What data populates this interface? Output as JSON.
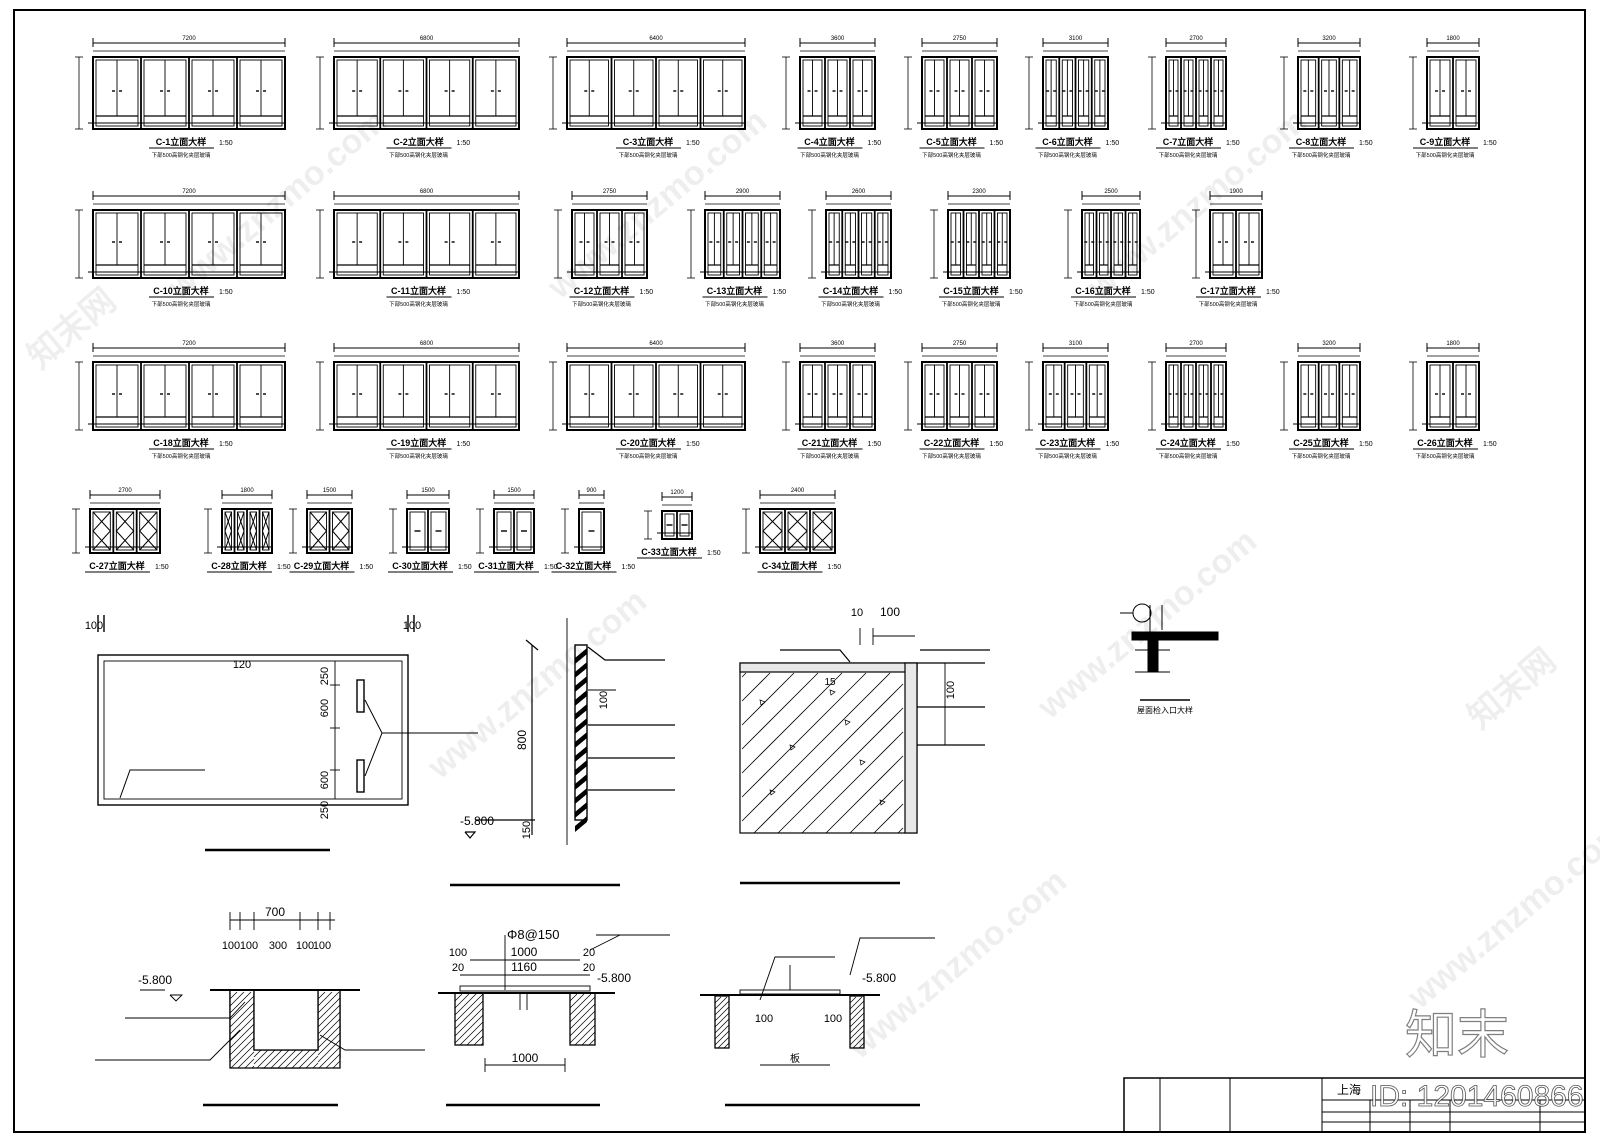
{
  "windows": [
    {
      "label": "C-1立面大样",
      "scale": "1:50",
      "width": "7200",
      "note": "下部500高钢化夹层玻璃",
      "panes": 4,
      "type": "door",
      "row": 0
    },
    {
      "label": "C-2立面大样",
      "scale": "1:50",
      "width": "6800",
      "note": "下部500高钢化夹层玻璃",
      "panes": 4,
      "type": "door",
      "row": 0
    },
    {
      "label": "C-3立面大样",
      "scale": "1:50",
      "width": "6400",
      "note": "下部500高钢化夹层玻璃",
      "panes": 4,
      "type": "door",
      "row": 0
    },
    {
      "label": "C-4立面大样",
      "scale": "1:50",
      "width": "3600",
      "note": "下部500高钢化夹层玻璃",
      "panes": 3,
      "type": "door",
      "row": 0
    },
    {
      "label": "C-5立面大样",
      "scale": "1:50",
      "width": "2750",
      "note": "下部500高钢化夹层玻璃",
      "panes": 3,
      "type": "door",
      "row": 0
    },
    {
      "label": "C-6立面大样",
      "scale": "1:50",
      "width": "3100",
      "note": "下部500高钢化夹层玻璃",
      "panes": 4,
      "type": "door",
      "row": 0
    },
    {
      "label": "C-7立面大样",
      "scale": "1:50",
      "width": "2700",
      "note": "下部500高钢化夹层玻璃",
      "panes": 4,
      "type": "door",
      "row": 0
    },
    {
      "label": "C-8立面大样",
      "scale": "1:50",
      "width": "3200",
      "note": "下部500高钢化夹层玻璃",
      "panes": 3,
      "type": "door",
      "row": 0
    },
    {
      "label": "C-9立面大样",
      "scale": "1:50",
      "width": "1800",
      "note": "下部500高钢化夹层玻璃",
      "panes": 2,
      "type": "door",
      "row": 0
    },
    {
      "label": "C-10立面大样",
      "scale": "1:50",
      "width": "7200",
      "note": "下部500高钢化夹层玻璃",
      "panes": 4,
      "type": "door",
      "row": 1
    },
    {
      "label": "C-11立面大样",
      "scale": "1:50",
      "width": "6800",
      "note": "下部500高钢化夹层玻璃",
      "panes": 4,
      "type": "door",
      "row": 1
    },
    {
      "label": "C-12立面大样",
      "scale": "1:50",
      "width": "2750",
      "note": "下部500高钢化夹层玻璃",
      "panes": 3,
      "type": "door",
      "row": 1
    },
    {
      "label": "C-13立面大样",
      "scale": "1:50",
      "width": "2900",
      "note": "下部500高钢化夹层玻璃",
      "panes": 4,
      "type": "door",
      "row": 1
    },
    {
      "label": "C-14立面大样",
      "scale": "1:50",
      "width": "2600",
      "note": "下部500高钢化夹层玻璃",
      "panes": 4,
      "type": "door",
      "row": 1
    },
    {
      "label": "C-15立面大样",
      "scale": "1:50",
      "width": "2300",
      "note": "下部500高钢化夹层玻璃",
      "panes": 4,
      "type": "door",
      "row": 1
    },
    {
      "label": "C-16立面大样",
      "scale": "1:50",
      "width": "2500",
      "note": "下部500高钢化夹层玻璃",
      "panes": 4,
      "type": "door",
      "row": 1
    },
    {
      "label": "C-17立面大样",
      "scale": "1:50",
      "width": "1900",
      "note": "下部500高钢化夹层玻璃",
      "panes": 2,
      "type": "door",
      "row": 1
    },
    {
      "label": "C-18立面大样",
      "scale": "1:50",
      "width": "7200",
      "note": "下部500高钢化夹层玻璃",
      "panes": 4,
      "type": "door",
      "row": 2
    },
    {
      "label": "C-19立面大样",
      "scale": "1:50",
      "width": "6800",
      "note": "下部500高钢化夹层玻璃",
      "panes": 4,
      "type": "door",
      "row": 2
    },
    {
      "label": "C-20立面大样",
      "scale": "1:50",
      "width": "6400",
      "note": "下部500高钢化夹层玻璃",
      "panes": 4,
      "type": "door",
      "row": 2
    },
    {
      "label": "C-21立面大样",
      "scale": "1:50",
      "width": "3600",
      "note": "下部500高钢化夹层玻璃",
      "panes": 3,
      "type": "door",
      "row": 2
    },
    {
      "label": "C-22立面大样",
      "scale": "1:50",
      "width": "2750",
      "note": "下部500高钢化夹层玻璃",
      "panes": 3,
      "type": "door",
      "row": 2
    },
    {
      "label": "C-23立面大样",
      "scale": "1:50",
      "width": "3100",
      "note": "下部500高钢化夹层玻璃",
      "panes": 3,
      "type": "door",
      "row": 2
    },
    {
      "label": "C-24立面大样",
      "scale": "1:50",
      "width": "2700",
      "note": "下部500高钢化夹层玻璃",
      "panes": 4,
      "type": "door",
      "row": 2
    },
    {
      "label": "C-25立面大样",
      "scale": "1:50",
      "width": "3200",
      "note": "下部500高钢化夹层玻璃",
      "panes": 3,
      "type": "door",
      "row": 2
    },
    {
      "label": "C-26立面大样",
      "scale": "1:50",
      "width": "1800",
      "note": "下部500高钢化夹层玻璃",
      "panes": 2,
      "type": "door",
      "row": 2
    },
    {
      "label": "C-27立面大样",
      "scale": "1:50",
      "width": "2700",
      "note": "",
      "panes": 3,
      "type": "casement",
      "row": 3
    },
    {
      "label": "C-28立面大样",
      "scale": "1:50",
      "width": "1800",
      "note": "",
      "panes": 4,
      "type": "casement",
      "row": 3
    },
    {
      "label": "C-29立面大样",
      "scale": "1:50",
      "width": "1500",
      "note": "",
      "panes": 2,
      "type": "casement",
      "row": 3
    },
    {
      "label": "C-30立面大样",
      "scale": "1:50",
      "width": "1500",
      "note": "",
      "panes": 2,
      "type": "simple",
      "row": 3
    },
    {
      "label": "C-31立面大样",
      "scale": "1:50",
      "width": "1500",
      "note": "",
      "panes": 2,
      "type": "simple",
      "row": 3
    },
    {
      "label": "C-32立面大样",
      "scale": "1:50",
      "width": "900",
      "note": "",
      "panes": 1,
      "type": "simple",
      "row": 3
    },
    {
      "label": "C-33立面大样",
      "scale": "1:50",
      "width": "1200",
      "note": "",
      "panes": 2,
      "type": "small",
      "row": 3
    },
    {
      "label": "C-34立面大样",
      "scale": "1:50",
      "width": "2400",
      "note": "",
      "panes": 3,
      "type": "casement",
      "row": 3
    }
  ],
  "details": {
    "plan_dims": {
      "left": "100",
      "right": "100",
      "top": "120",
      "d250a": "250",
      "d600a": "600",
      "d600b": "600",
      "d250b": "250"
    },
    "wall_section": {
      "height": "800",
      "d100": "100",
      "d150": "150",
      "level": "-5.800"
    },
    "corner_section": {
      "d10": "10",
      "d100": "100",
      "d100v": "100",
      "d15": "15"
    },
    "roof_detail_label": "屋面检入口大样",
    "trench1": {
      "d700": "700",
      "d100a": "100",
      "d100b": "100",
      "d300": "300",
      "d100c": "100",
      "d100d": "100",
      "level": "-5.800"
    },
    "trench2": {
      "rebar": "Φ8@150",
      "d1000top": "1000",
      "d1160": "1160",
      "d100": "100",
      "d20a": "20",
      "d20b": "20",
      "d20c": "20",
      "d1000bot": "1000",
      "level": "-5.800"
    },
    "trench3": {
      "d100a": "100",
      "d100b": "100",
      "bottom": "板",
      "level": "-5.800"
    }
  },
  "title_block": {
    "company": "上海",
    "id_text": "ID: 1201460866"
  },
  "watermarks": {
    "logo": "知末",
    "site": "www.znzmo.com",
    "cn": "知末网"
  }
}
